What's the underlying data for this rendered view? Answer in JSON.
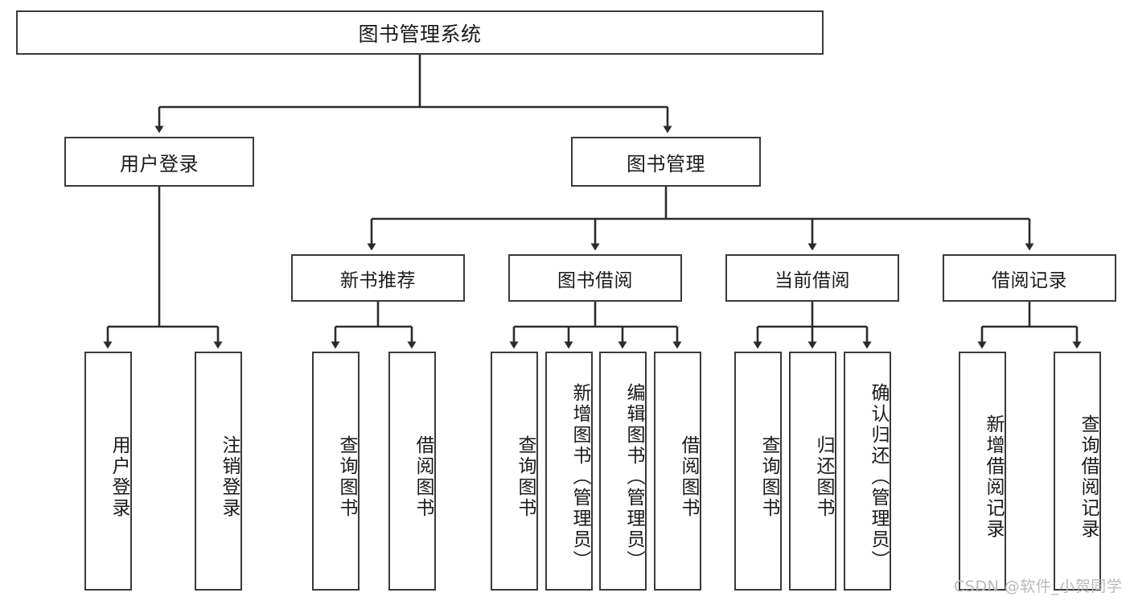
{
  "diagram": {
    "title": "图书管理系统",
    "type": "hierarchy-tree",
    "colors": {
      "box_border": "#3a3a3a",
      "box_fill": "#ffffff",
      "line": "#2b2b2b",
      "text": "#1a1a1a",
      "watermark": "#b9b9b9"
    },
    "root": {
      "label": "图书管理系统"
    },
    "level1": [
      {
        "label": "用户登录"
      },
      {
        "label": "图书管理"
      }
    ],
    "level2": [
      {
        "label": "新书推荐"
      },
      {
        "label": "图书借阅"
      },
      {
        "label": "当前借阅"
      },
      {
        "label": "借阅记录"
      }
    ],
    "leaves": {
      "user_login": [
        {
          "label": "用户登录"
        },
        {
          "label": "注销登录"
        }
      ],
      "new_book_recommend": [
        {
          "label": "查询图书"
        },
        {
          "label": "借阅图书"
        }
      ],
      "book_borrow": [
        {
          "label": "查询图书"
        },
        {
          "label": "新增图书（管理员）"
        },
        {
          "label": "编辑图书（管理员）"
        },
        {
          "label": "借阅图书"
        }
      ],
      "current_borrow": [
        {
          "label": "查询图书"
        },
        {
          "label": "归还图书"
        },
        {
          "label": "确认归还（管理员）"
        }
      ],
      "borrow_record": [
        {
          "label": "新增借阅记录"
        },
        {
          "label": "查询借阅记录"
        }
      ]
    }
  },
  "watermark": {
    "text": "CSDN @软件_小贺同学"
  }
}
